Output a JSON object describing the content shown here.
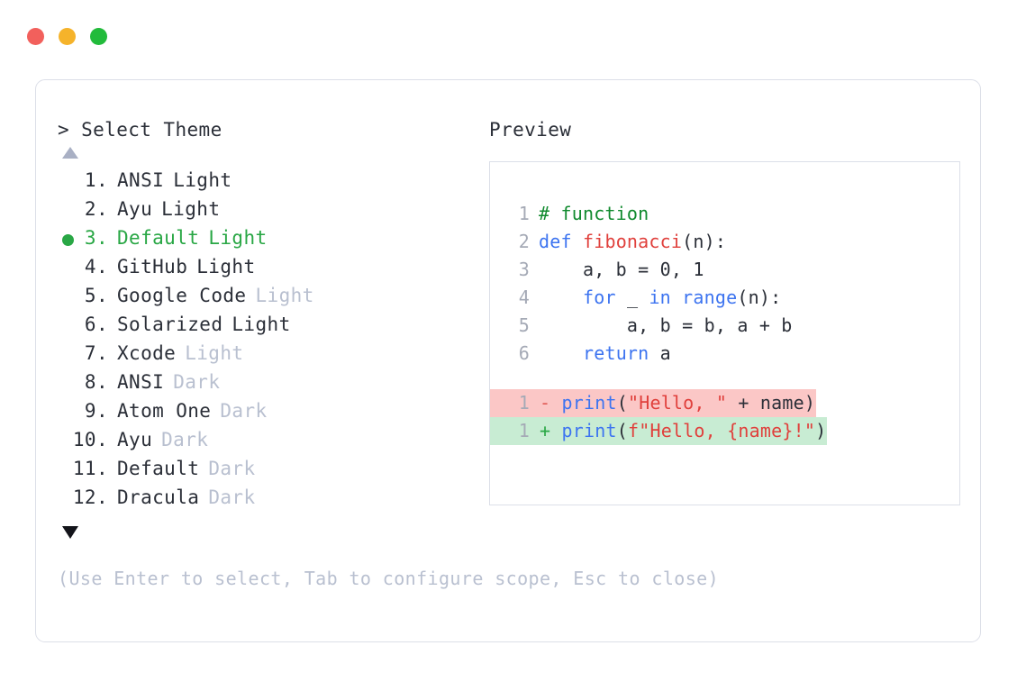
{
  "window": {
    "dots": [
      {
        "name": "close-dot",
        "color": "#f2605c"
      },
      {
        "name": "minimize-dot",
        "color": "#f5b32b"
      },
      {
        "name": "maximize-dot",
        "color": "#22bb3b"
      }
    ]
  },
  "prompt": {
    "caret": ">",
    "label": "Select Theme"
  },
  "scroll": {
    "up_arrow": "▲",
    "down_arrow": "▼"
  },
  "themes": [
    {
      "index": "1.",
      "name": "ANSI",
      "variant": "Light",
      "variant_muted": false,
      "selected": false
    },
    {
      "index": "2.",
      "name": "Ayu",
      "variant": "Light",
      "variant_muted": false,
      "selected": false
    },
    {
      "index": "3.",
      "name": "Default",
      "variant": "Light",
      "variant_muted": false,
      "selected": true
    },
    {
      "index": "4.",
      "name": "GitHub",
      "variant": "Light",
      "variant_muted": false,
      "selected": false
    },
    {
      "index": "5.",
      "name": "Google Code",
      "variant": "Light",
      "variant_muted": true,
      "selected": false
    },
    {
      "index": "6.",
      "name": "Solarized",
      "variant": "Light",
      "variant_muted": false,
      "selected": false
    },
    {
      "index": "7.",
      "name": "Xcode",
      "variant": "Light",
      "variant_muted": true,
      "selected": false
    },
    {
      "index": "8.",
      "name": "ANSI",
      "variant": "Dark",
      "variant_muted": true,
      "selected": false
    },
    {
      "index": "9.",
      "name": "Atom One",
      "variant": "Dark",
      "variant_muted": true,
      "selected": false
    },
    {
      "index": "10.",
      "name": "Ayu",
      "variant": "Dark",
      "variant_muted": true,
      "selected": false
    },
    {
      "index": "11.",
      "name": "Default",
      "variant": "Dark",
      "variant_muted": true,
      "selected": false
    },
    {
      "index": "12.",
      "name": "Dracula",
      "variant": "Dark",
      "variant_muted": true,
      "selected": false
    }
  ],
  "hint": "(Use Enter to select, Tab to configure scope, Esc to close)",
  "preview": {
    "title": "Preview",
    "code_lines": [
      {
        "ln": "1",
        "tokens": [
          {
            "t": "# function",
            "c": "comment"
          }
        ]
      },
      {
        "ln": "2",
        "tokens": [
          {
            "t": "def ",
            "c": "kw"
          },
          {
            "t": "fibonacci",
            "c": "fn"
          },
          {
            "t": "(n):",
            "c": "plain"
          }
        ]
      },
      {
        "ln": "3",
        "tokens": [
          {
            "t": "    a, b = ",
            "c": "plain"
          },
          {
            "t": "0",
            "c": "num"
          },
          {
            "t": ", ",
            "c": "plain"
          },
          {
            "t": "1",
            "c": "num"
          }
        ]
      },
      {
        "ln": "4",
        "tokens": [
          {
            "t": "    ",
            "c": "plain"
          },
          {
            "t": "for",
            "c": "kw"
          },
          {
            "t": " _ ",
            "c": "plain"
          },
          {
            "t": "in",
            "c": "kw"
          },
          {
            "t": " ",
            "c": "plain"
          },
          {
            "t": "range",
            "c": "builtin"
          },
          {
            "t": "(n):",
            "c": "plain"
          }
        ]
      },
      {
        "ln": "5",
        "tokens": [
          {
            "t": "        a, b = b, a + b",
            "c": "plain"
          }
        ]
      },
      {
        "ln": "6",
        "tokens": [
          {
            "t": "    ",
            "c": "plain"
          },
          {
            "t": "return",
            "c": "kw"
          },
          {
            "t": " a",
            "c": "plain"
          }
        ]
      }
    ],
    "diff_lines": [
      {
        "ln": "1",
        "kind": "minus",
        "marker": "-",
        "tokens": [
          {
            "t": "print",
            "c": "builtin"
          },
          {
            "t": "(",
            "c": "plain"
          },
          {
            "t": "\"Hello, \"",
            "c": "str"
          },
          {
            "t": " + name)",
            "c": "plain"
          }
        ]
      },
      {
        "ln": "1",
        "kind": "plus",
        "marker": "+",
        "tokens": [
          {
            "t": "print",
            "c": "builtin"
          },
          {
            "t": "(",
            "c": "plain"
          },
          {
            "t": "f\"Hello, {name}!\"",
            "c": "str"
          },
          {
            "t": ")",
            "c": "plain"
          }
        ]
      }
    ]
  },
  "colors": {
    "accent_selected": "#29a745",
    "muted_text": "#b9c0d0",
    "border": "#dcdfe8",
    "diff_remove_bg": "#fbc7c6",
    "diff_add_bg": "#c8ecd3",
    "comment": "#108a2e",
    "keyword": "#3d74f0",
    "function": "#e0403c",
    "string": "#e0403c"
  }
}
